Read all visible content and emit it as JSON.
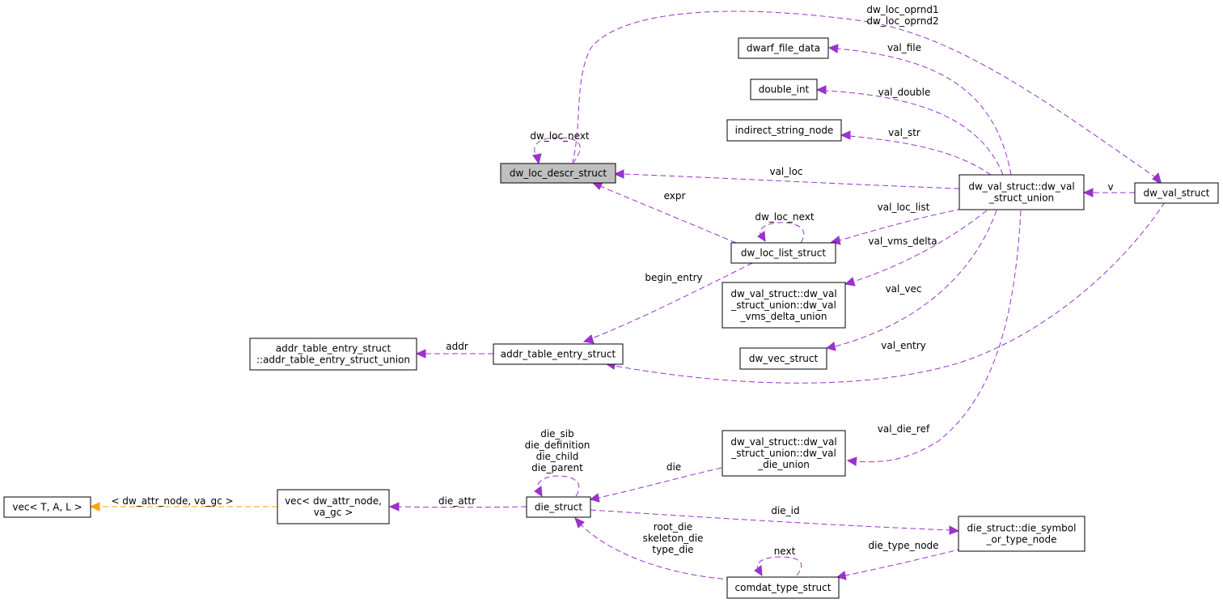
{
  "colors": {
    "edge_purple": "#9a32cd",
    "edge_orange": "#ffa500",
    "focus_fill": "#bfbfbf",
    "node_fill": "#ffffff",
    "border": "#000000"
  },
  "nodes": {
    "dw_loc_descr_struct": [
      "dw_loc_descr_struct"
    ],
    "dwarf_file_data": [
      "dwarf_file_data"
    ],
    "double_int": [
      "double_int"
    ],
    "indirect_string_node": [
      "indirect_string_node"
    ],
    "dw_val_struct_union": [
      "dw_val_struct::dw_val",
      "_struct_union"
    ],
    "dw_val_struct": [
      "dw_val_struct"
    ],
    "dw_loc_list_struct": [
      "dw_loc_list_struct"
    ],
    "vms_delta_union": [
      "dw_val_struct::dw_val",
      "_struct_union::dw_val",
      "_vms_delta_union"
    ],
    "addr_union": [
      "addr_table_entry_struct",
      "::addr_table_entry_struct_union"
    ],
    "addr_table_entry_struct": [
      "addr_table_entry_struct"
    ],
    "dw_vec_struct": [
      "dw_vec_struct"
    ],
    "die_union": [
      "dw_val_struct::dw_val",
      "_struct_union::dw_val",
      "_die_union"
    ],
    "vec_tal": [
      "vec< T, A, L >"
    ],
    "vec_attr": [
      "vec< dw_attr_node,",
      "va_gc >"
    ],
    "die_struct": [
      "die_struct"
    ],
    "die_symbol": [
      "die_struct::die_symbol",
      "_or_type_node"
    ],
    "comdat_type_struct": [
      "comdat_type_struct"
    ]
  },
  "edge_labels": {
    "oprnd": [
      "dw_loc_oprnd1",
      "dw_loc_oprnd2"
    ],
    "val_file": [
      "val_file"
    ],
    "val_double": [
      "val_double"
    ],
    "val_str": [
      "val_str"
    ],
    "loc_next_descr": [
      "dw_loc_next"
    ],
    "val_loc": [
      "val_loc"
    ],
    "v": [
      "v"
    ],
    "expr": [
      "expr"
    ],
    "loc_next_list": [
      "dw_loc_next"
    ],
    "val_loc_list": [
      "val_loc_list"
    ],
    "val_vms_delta": [
      "val_vms_delta"
    ],
    "begin_entry": [
      "begin_entry"
    ],
    "val_vec": [
      "val_vec"
    ],
    "addr": [
      "addr"
    ],
    "val_entry": [
      "val_entry"
    ],
    "die_self": [
      "die_sib",
      "die_definition",
      "die_child",
      "die_parent"
    ],
    "val_die_ref": [
      "val_die_ref"
    ],
    "die": [
      "die"
    ],
    "template": [
      "< dw_attr_node, va_gc >"
    ],
    "die_attr": [
      "die_attr"
    ],
    "die_id": [
      "die_id"
    ],
    "next": [
      "next"
    ],
    "die_type_node": [
      "die_type_node"
    ],
    "comdat_to_die": [
      "root_die",
      "skeleton_die",
      "type_die"
    ]
  }
}
